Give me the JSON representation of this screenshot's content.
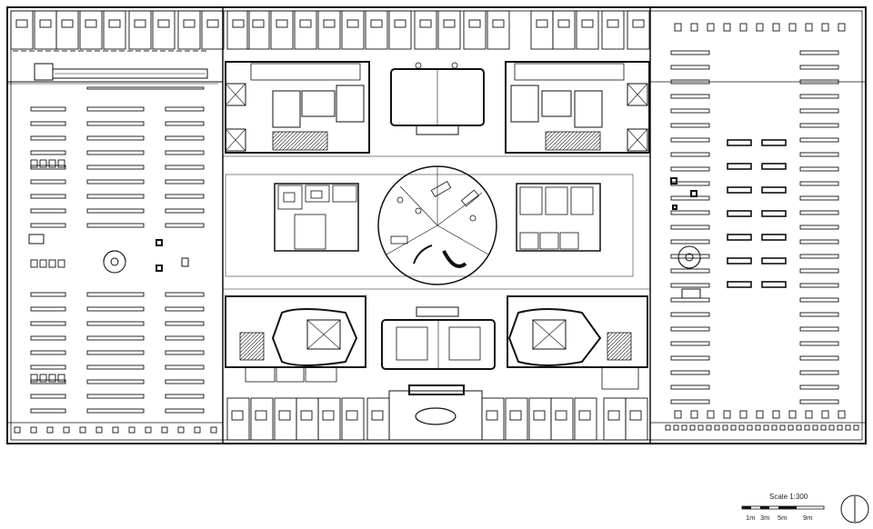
{
  "plan": {
    "scale_label": "Scale 1:300",
    "scale_ticks": [
      "1m",
      "3m",
      "5m",
      "9m"
    ],
    "colors": {
      "ink": "#111111",
      "paper": "#ffffff",
      "fill": "#f4f4f4"
    }
  }
}
